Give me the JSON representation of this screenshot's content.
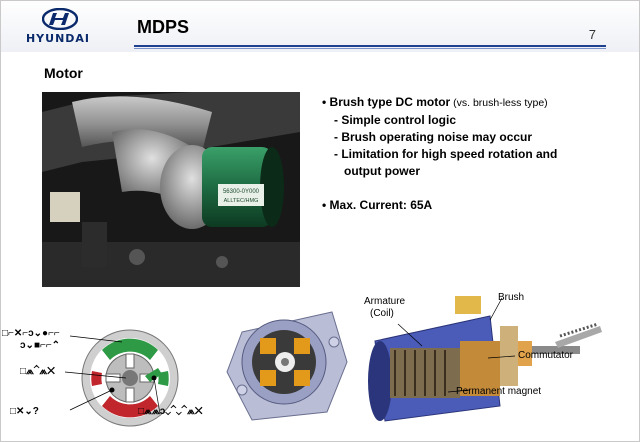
{
  "header": {
    "logo_text": "HYUNDAI",
    "title": "MDPS",
    "page_number": "7"
  },
  "section": {
    "title": "Motor"
  },
  "photo": {
    "sticker_line1": "56300-0Y000",
    "sticker_line2": "ALLTEC/HMG"
  },
  "bullets": {
    "b1_main": "• Brush type DC motor",
    "b1_note": " (vs. brush-less type)",
    "b1_sub1": "- Simple control logic",
    "b1_sub2": "- Brush operating noise may occur",
    "b1_sub3a": "- Limitation for high speed rotation and",
    "b1_sub3b": "output power",
    "b2": "• Max. Current: 65A"
  },
  "diagram_left": {
    "label1": "□⌐✕⌐ↄ⌄●⌐⌐",
    "label2": "ↄ⌄■⌐⌐⌃",
    "label3": "□⩕⌃⩕✕",
    "label4": "□✕⌄?",
    "label5": "□⩕⩕ↄ⌄⌃⌄⌃⩕✕"
  },
  "diagram_right": {
    "armature_line1": "Armature",
    "armature_line2": "(Coil)",
    "brush": "Brush",
    "commutator": "Commutator",
    "magnet": "Permanent magnet"
  },
  "colors": {
    "brand": "#0a2a6b",
    "rule": "#1f3f8f",
    "magnet_green": "#2e9a45",
    "magnet_red": "#c0262b"
  }
}
